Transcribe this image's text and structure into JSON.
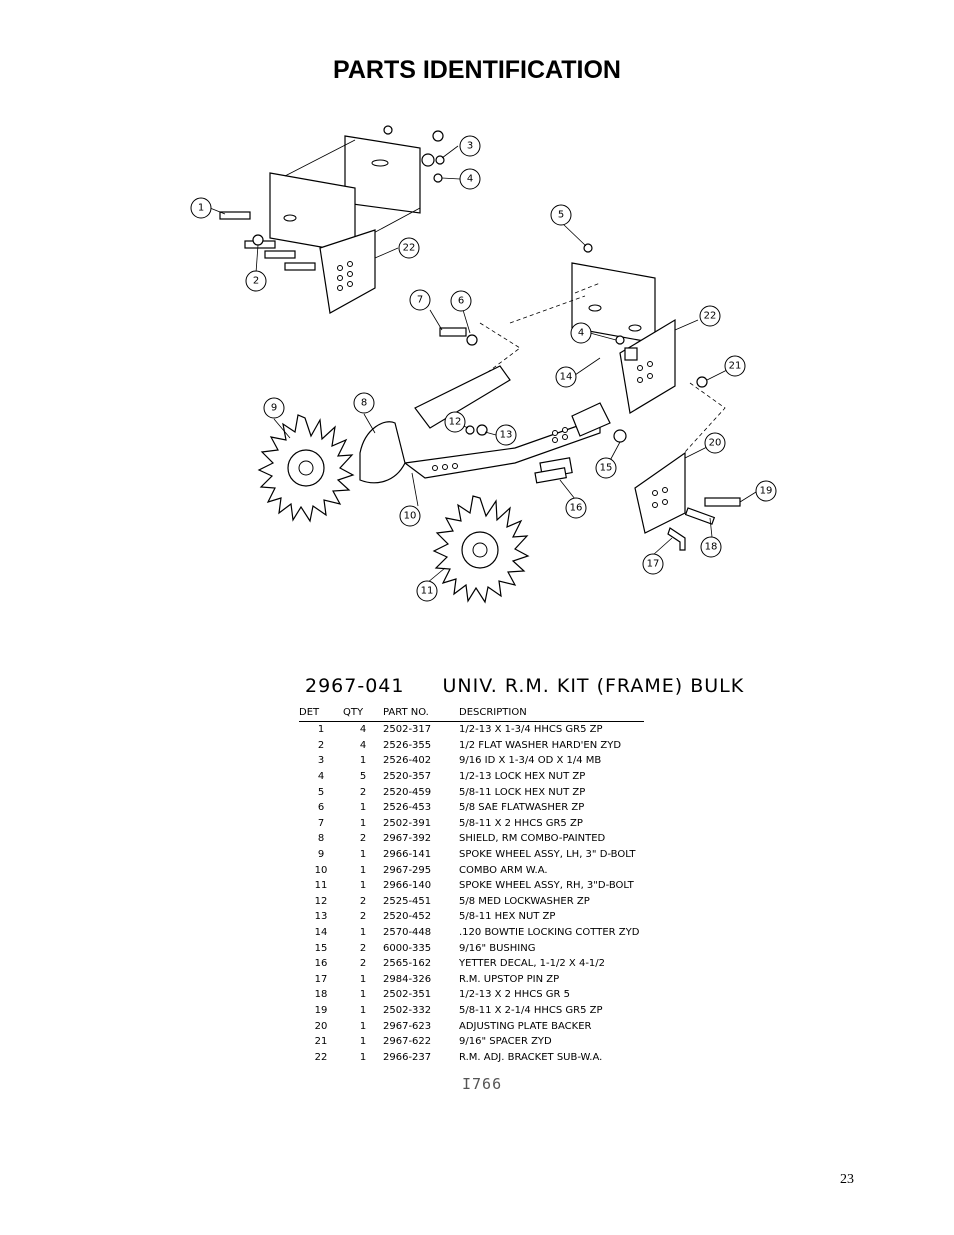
{
  "page": {
    "title": "PARTS IDENTIFICATION",
    "page_number": "23",
    "drawing_number": "I766"
  },
  "kit": {
    "number": "2967-041",
    "name": "UNIV. R.M. KIT (FRAME) BULK"
  },
  "table": {
    "headers": [
      "DET",
      "QTY",
      "PART NO.",
      "DESCRIPTION"
    ],
    "rows": [
      [
        "1",
        "4",
        "2502-317",
        "1/2-13 X 1-3/4 HHCS GR5 ZP"
      ],
      [
        "2",
        "4",
        "2526-355",
        "1/2 FLAT WASHER HARD'EN ZYD"
      ],
      [
        "3",
        "1",
        "2526-402",
        "9/16 ID X 1-3/4 OD X 1/4 MB"
      ],
      [
        "4",
        "5",
        "2520-357",
        "1/2-13 LOCK HEX NUT ZP"
      ],
      [
        "5",
        "2",
        "2520-459",
        "5/8-11 LOCK HEX NUT ZP"
      ],
      [
        "6",
        "1",
        "2526-453",
        "5/8 SAE FLATWASHER ZP"
      ],
      [
        "7",
        "1",
        "2502-391",
        "5/8-11 X 2 HHCS GR5 ZP"
      ],
      [
        "8",
        "2",
        "2967-392",
        "SHIELD, RM COMBO-PAINTED"
      ],
      [
        "9",
        "1",
        "2966-141",
        "SPOKE WHEEL ASSY, LH, 3\" D-BOLT"
      ],
      [
        "10",
        "1",
        "2967-295",
        "COMBO ARM W.A."
      ],
      [
        "11",
        "1",
        "2966-140",
        "SPOKE WHEEL ASSY, RH, 3\"D-BOLT"
      ],
      [
        "12",
        "2",
        "2525-451",
        "5/8 MED LOCKWASHER ZP"
      ],
      [
        "13",
        "2",
        "2520-452",
        "5/8-11 HEX NUT ZP"
      ],
      [
        "14",
        "1",
        "2570-448",
        ".120 BOWTIE LOCKING COTTER ZYD"
      ],
      [
        "15",
        "2",
        "6000-335",
        "9/16\" BUSHING"
      ],
      [
        "16",
        "2",
        "2565-162",
        "YETTER DECAL, 1-1/2 X 4-1/2"
      ],
      [
        "17",
        "1",
        "2984-326",
        "R.M. UPSTOP PIN ZP"
      ],
      [
        "18",
        "1",
        "2502-351",
        "1/2-13 X 2 HHCS GR 5"
      ],
      [
        "19",
        "1",
        "2502-332",
        "5/8-11 X 2-1/4 HHCS GR5 ZP"
      ],
      [
        "20",
        "1",
        "2967-623",
        "ADJUSTING PLATE BACKER"
      ],
      [
        "21",
        "1",
        "2967-622",
        "9/16\" SPACER ZYD"
      ],
      [
        "22",
        "1",
        "2966-237",
        "R.M. ADJ. BRACKET SUB-W.A."
      ]
    ]
  },
  "diagram": {
    "callouts": [
      "1",
      "2",
      "3",
      "4",
      "22",
      "5",
      "7",
      "6",
      "4",
      "22",
      "21",
      "14",
      "9",
      "8",
      "12",
      "13",
      "20",
      "15",
      "19",
      "10",
      "16",
      "18",
      "17",
      "11"
    ]
  }
}
